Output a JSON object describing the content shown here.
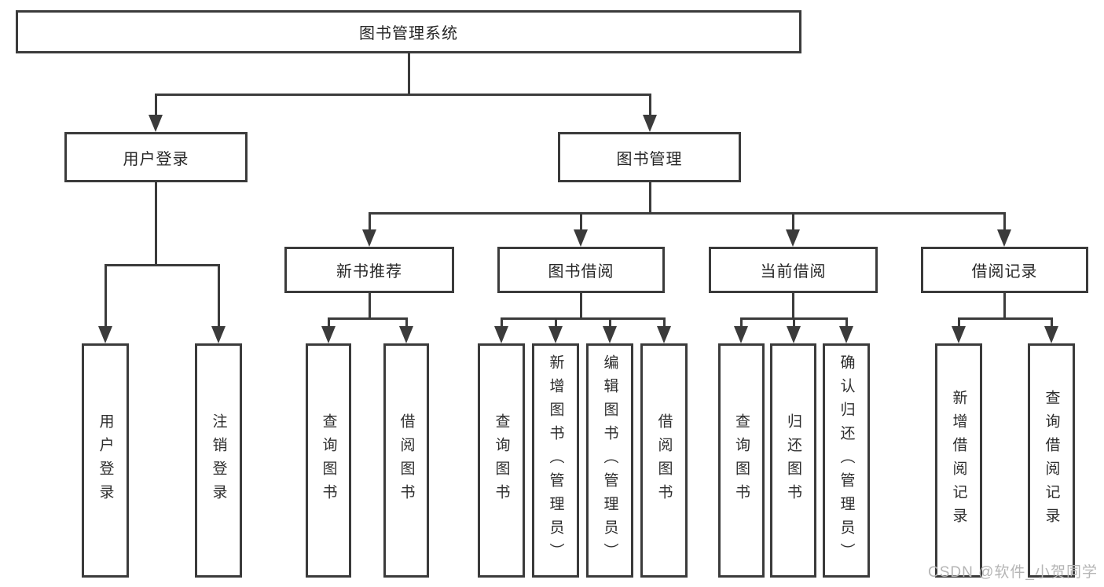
{
  "diagram": {
    "root": {
      "label": "图书管理系统"
    },
    "level2": [
      {
        "id": "user-login",
        "label": "用户登录"
      },
      {
        "id": "book-management",
        "label": "图书管理"
      }
    ],
    "level3": [
      {
        "id": "new-book-recommend",
        "label": "新书推荐"
      },
      {
        "id": "book-borrowing",
        "label": "图书借阅"
      },
      {
        "id": "current-borrowing",
        "label": "当前借阅"
      },
      {
        "id": "borrowing-records",
        "label": "借阅记录"
      }
    ],
    "leaves": {
      "user_login": [
        "用户登录",
        "注销登录"
      ],
      "new_book": [
        "查询图书",
        "借阅图书"
      ],
      "book_borrow": [
        "查询图书",
        "新增图书（管理员）",
        "编辑图书（管理员）",
        "借阅图书"
      ],
      "current_borrow": [
        "查询图书",
        "归还图书",
        "确认归还（管理员）"
      ],
      "borrow_records": [
        "新增借阅记录",
        "查询借阅记录"
      ]
    }
  },
  "watermark": {
    "text": "CSDN @软件_小贺同学",
    "color": "#b5b5b5"
  },
  "colors": {
    "background": "#ffffff",
    "line": "#3b3b3b",
    "box_border": "#3b3b3b",
    "text": "#262626"
  }
}
